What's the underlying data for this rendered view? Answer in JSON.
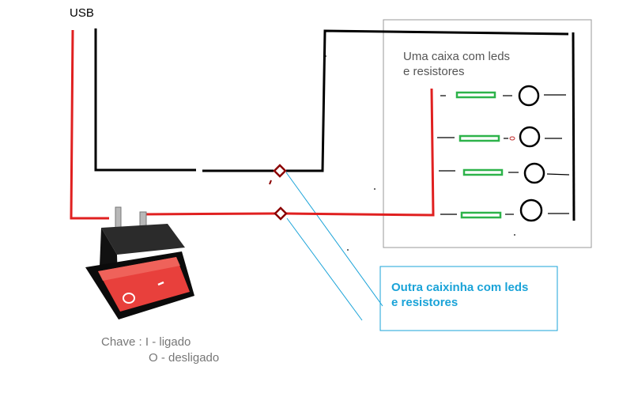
{
  "labels": {
    "usb": "USB",
    "box1_line1": "Uma caixa com leds",
    "box1_line2": "e resistores",
    "box2_line1": "Outra caixinha com leds",
    "box2_line2": "e resistores",
    "switch_line1": "Chave : I - ligado",
    "switch_line2": "O - desligado"
  },
  "switch_markings": {
    "on": "I",
    "off": "O"
  },
  "colors": {
    "positive_wire": "#e02020",
    "negative_wire": "#000000",
    "resistor": "#2db34a",
    "callout": "#1aa3d8",
    "box_border": "#999999",
    "connector": "#8b0000",
    "switch_rocker": "#e8403c"
  },
  "leds": [
    "led-1",
    "led-2",
    "led-3",
    "led-4"
  ]
}
